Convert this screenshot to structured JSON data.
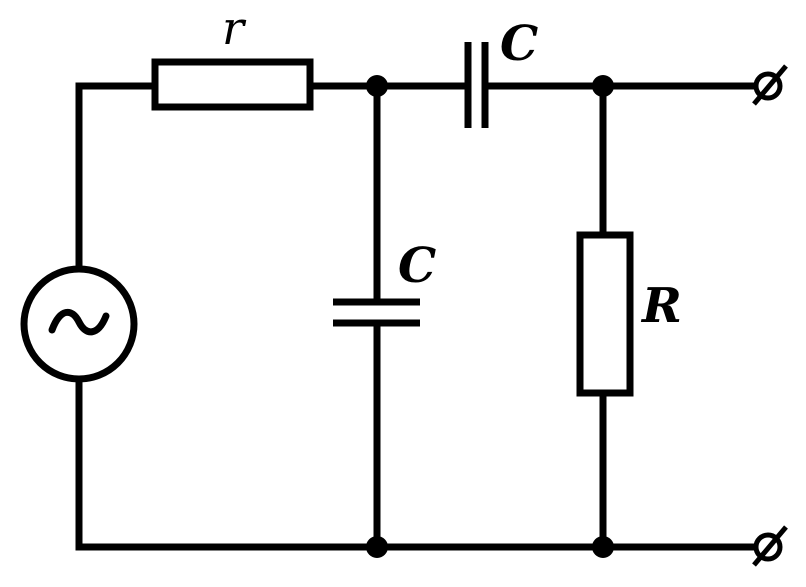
{
  "labels": {
    "resistor_r": "r",
    "capacitor_series": "C",
    "capacitor_shunt": "C",
    "resistor_load": "R"
  },
  "source": {
    "symbol": "~"
  },
  "colors": {
    "line": "#000000",
    "background": "#ffffff"
  }
}
